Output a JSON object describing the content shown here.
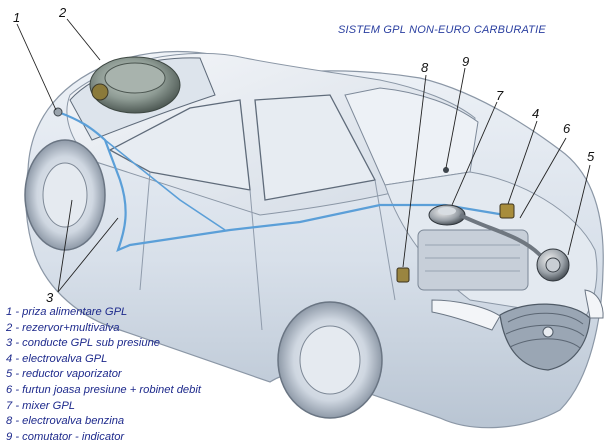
{
  "title": "SISTEM GPL NON-EURO CARBURATIE",
  "callouts": [
    "1",
    "2",
    "3",
    "4",
    "5",
    "6",
    "7",
    "8",
    "9"
  ],
  "legend": [
    "1 - priza alimentare GPL",
    "2 - rezervor+multivalva",
    "3 - conducte GPL sub presiune",
    "4 - electrovalva GPL",
    "5 - reductor vaporizator",
    "6 - furtun joasa presiune + robinet debit",
    "7 - mixer GPL",
    "8 - electrovalva benzina",
    "9 - comutator - indicator"
  ],
  "colors": {
    "car_body": "#dfe6ef",
    "car_shade": "#b8c4d2",
    "gas_line": "#5b9fd8",
    "title": "#2a3fa0",
    "legend": "#1e2a8c"
  }
}
